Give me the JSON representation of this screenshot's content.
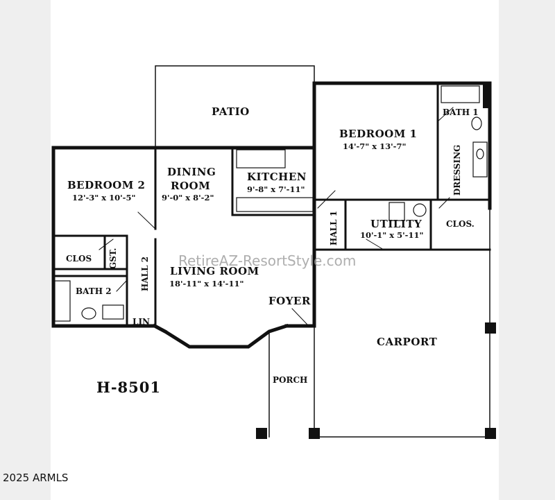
{
  "rooms": {
    "patio": "PATIO",
    "bedroom1": {
      "name": "BEDROOM 1",
      "dims": "14'-7\" x 13'-7\""
    },
    "bath1": "BATH 1",
    "dressing": "DRESSING",
    "bedroom2": {
      "name": "BEDROOM 2",
      "dims": "12'-3\" x 10'-5\""
    },
    "dining": {
      "name_line1": "DINING",
      "name_line2": "ROOM",
      "dims": "9'-0\" x 8'-2\""
    },
    "kitchen": {
      "name": "KITCHEN",
      "dims": "9'-8\" x 7'-11\""
    },
    "hall1": "HALL 1",
    "utility": {
      "name": "UTILITY",
      "dims": "10'-1\" x 5'-11\""
    },
    "clos_right": "CLOS.",
    "clos_left": "CLOS",
    "gst": "GST.",
    "hall2": "HALL 2",
    "living": {
      "name": "LIVING ROOM",
      "dims": "18'-11\" x 14'-11\""
    },
    "bath2": "BATH 2",
    "lin": "LIN",
    "foyer": "FOYER",
    "carport": "CARPORT",
    "porch": "PORCH"
  },
  "plan_code": "H-8501",
  "watermark": "RetireAZ-ResortStyle.com",
  "copyright": "2025 ARMLS"
}
